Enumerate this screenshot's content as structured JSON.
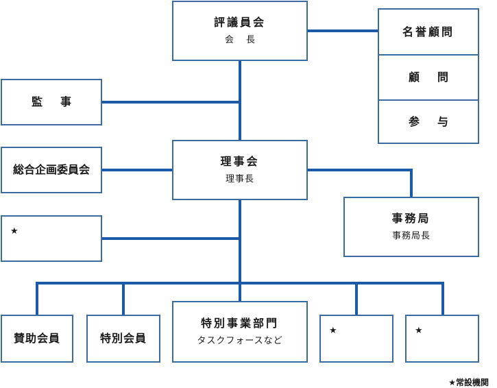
{
  "hyogiin": {
    "title": "評議員会",
    "sub": "会長"
  },
  "honors": [
    "名誉顧問",
    "顧問",
    "参与"
  ],
  "kanji": {
    "title": "監事"
  },
  "sogo": {
    "title": "総合企画委員会"
  },
  "rijikai": {
    "title": "理事会",
    "sub": "理事長"
  },
  "jimukyoku": {
    "title": "事務局",
    "sub": "事務局長"
  },
  "star_mark": "★",
  "bottom": {
    "sanjo": "賛助会員",
    "tokubetsu": "特別会員",
    "jigyo_title": "特別事業部門",
    "jigyo_sub": "タスクフォースなど"
  },
  "legend": "★常設機関",
  "colors": {
    "line": "#1a5aa8",
    "border": "#3b6aa0"
  }
}
